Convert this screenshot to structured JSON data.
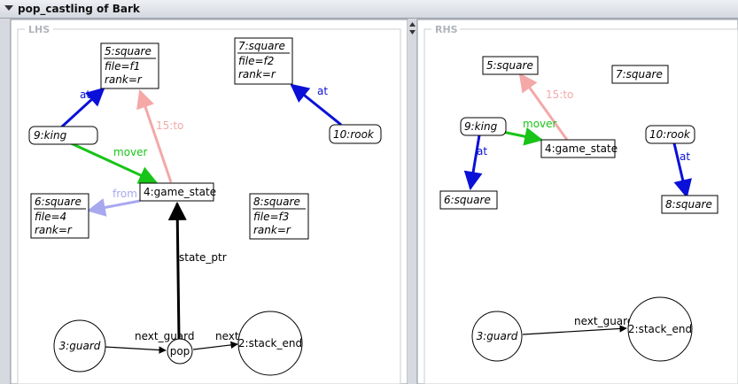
{
  "window": {
    "title": "pop_castling of Bark"
  },
  "lhs": {
    "title": "LHS",
    "nodes": {
      "sq5": {
        "name": "5:square",
        "attrs": [
          "file=f1",
          "rank=r"
        ]
      },
      "sq7": {
        "name": "7:square",
        "attrs": [
          "file=f2",
          "rank=r"
        ]
      },
      "king": {
        "name": "9:king"
      },
      "rook": {
        "name": "10:rook"
      },
      "gs": {
        "name": "4:game_state"
      },
      "sq6": {
        "name": "6:square",
        "attrs": [
          "file=4",
          "rank=r"
        ]
      },
      "sq8": {
        "name": "8:square",
        "attrs": [
          "file=f3",
          "rank=r"
        ]
      },
      "guard": {
        "name": "3:guard"
      },
      "pop": {
        "name": "pop"
      },
      "stack": {
        "name": "2:stack_end"
      }
    },
    "edges": {
      "king_sq5": "at",
      "rook_sq7": "at",
      "king_gs": "mover",
      "gs_sq5": "15:to",
      "gs_sq6": "from",
      "pop_gs": "state_ptr",
      "guard_pop": "next_guard",
      "pop_stack": "next"
    }
  },
  "rhs": {
    "title": "RHS",
    "nodes": {
      "sq5": {
        "name": "5:square"
      },
      "sq7": {
        "name": "7:square"
      },
      "king": {
        "name": "9:king"
      },
      "gs": {
        "name": "4:game_state"
      },
      "rook": {
        "name": "10:rook"
      },
      "sq6": {
        "name": "6:square"
      },
      "sq8": {
        "name": "8:square"
      },
      "guard": {
        "name": "3:guard"
      },
      "stack": {
        "name": "2:stack_end"
      }
    },
    "edges": {
      "gs_sq5": "15:to",
      "king_gs": "mover",
      "king_sq6": "at",
      "rook_sq8": "at",
      "guard_stack": "next_guard"
    }
  },
  "colors": {
    "at": "#0a10d8",
    "mover": "#18c418",
    "to": "#f4a8a8",
    "from": "#a8a8f0",
    "plain": "#000000"
  }
}
